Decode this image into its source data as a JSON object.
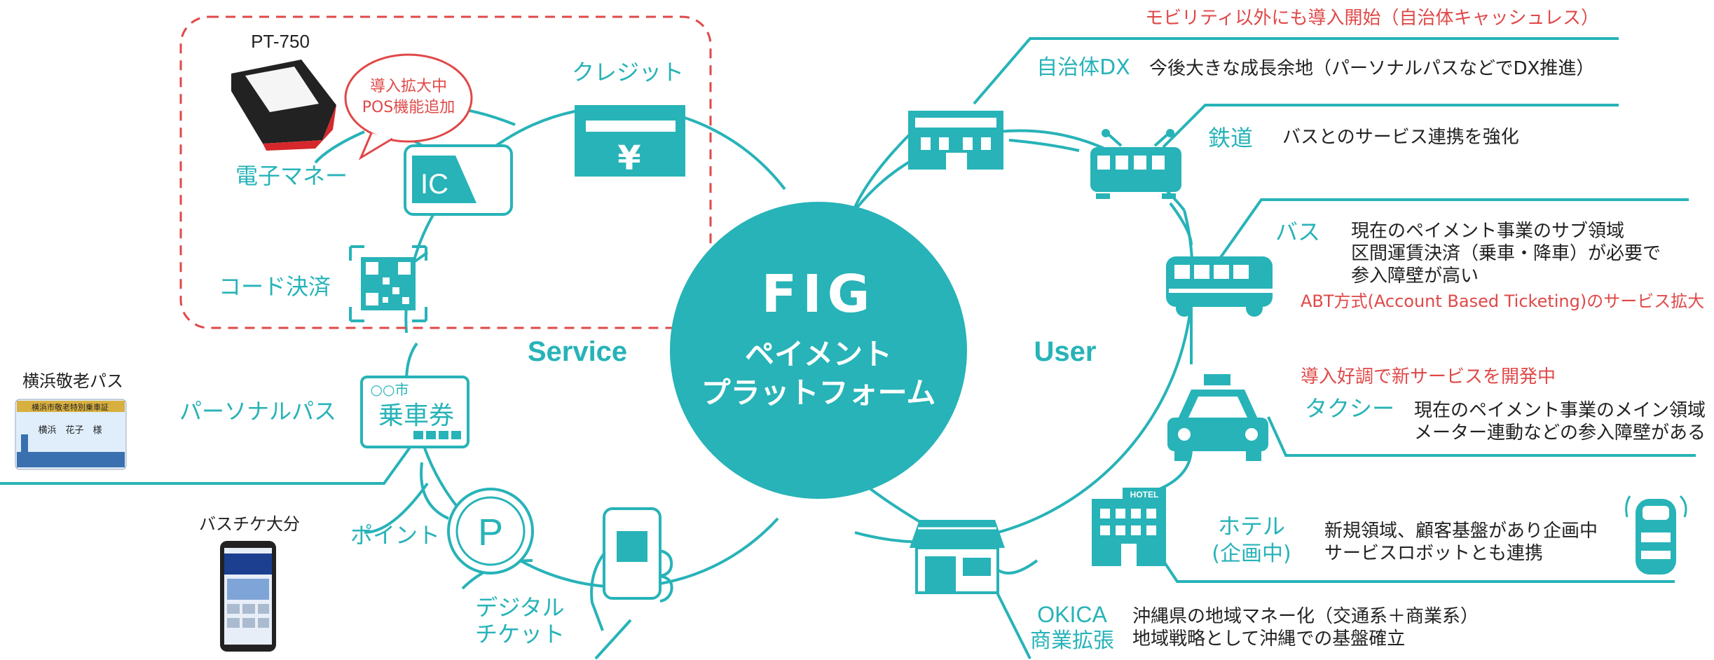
{
  "colors": {
    "teal": "#27b3b8",
    "red": "#e04848",
    "dark": "#222222"
  },
  "center": {
    "line1": "FIG",
    "line2": "ペイメント",
    "line3": "プラットフォーム"
  },
  "service_label": "Service",
  "user_label": "User",
  "left": {
    "terminal_name": "PT-750",
    "bubble_line1": "導入拡大中",
    "bubble_line2": "POS機能追加",
    "credit": "クレジット",
    "credit_symbol": "¥",
    "emoney": "電子マネー",
    "ic_text": "IC",
    "code_payment": "コード決済",
    "personal_pass": "パーソナルパス",
    "ticket_city": "○○市",
    "ticket_text": "乗車券",
    "yokohama_pass": "横浜敬老パス",
    "yokohama_card_header": "横浜市敬老特別乗車証",
    "yokohama_card_name": "横浜　花子　様",
    "point": "ポイント",
    "point_symbol": "P",
    "bus_chike": "バスチケ大分",
    "digital_ticket_1": "デジタル",
    "digital_ticket_2": "チケット"
  },
  "right": {
    "mobility_note": "モビリティ以外にも導入開始（自治体キャッシュレス）",
    "jichitai_label": "自治体DX",
    "jichitai_desc": "今後大きな成長余地（パーソナルパスなどでDX推進）",
    "rail_label": "鉄道",
    "rail_desc": "バスとのサービス連携を強化",
    "bus_label": "バス",
    "bus_desc1": "現在のペイメント事業のサブ領域",
    "bus_desc2": "区間運賃決済（乗車・降車）が必要で",
    "bus_desc3": "参入障壁が高い",
    "abt_note": "ABT方式(Account Based Ticketing)のサービス拡大",
    "taxi_note": "導入好調で新サービスを開発中",
    "taxi_label": "タクシー",
    "taxi_desc1": "現在のペイメント事業のメイン領域",
    "taxi_desc2": "メーター連動などの参入障壁がある",
    "hotel_sign": "HOTEL",
    "hotel_label1": "ホテル",
    "hotel_label2": "(企画中)",
    "hotel_desc1": "新規領域、顧客基盤があり企画中",
    "hotel_desc2": "サービスロボットとも連携",
    "okica_label1": "OKICA",
    "okica_label2": "商業拡張",
    "okica_desc1": "沖縄県の地域マネー化（交通系＋商業系）",
    "okica_desc2": "地域戦略として沖縄での基盤確立"
  }
}
